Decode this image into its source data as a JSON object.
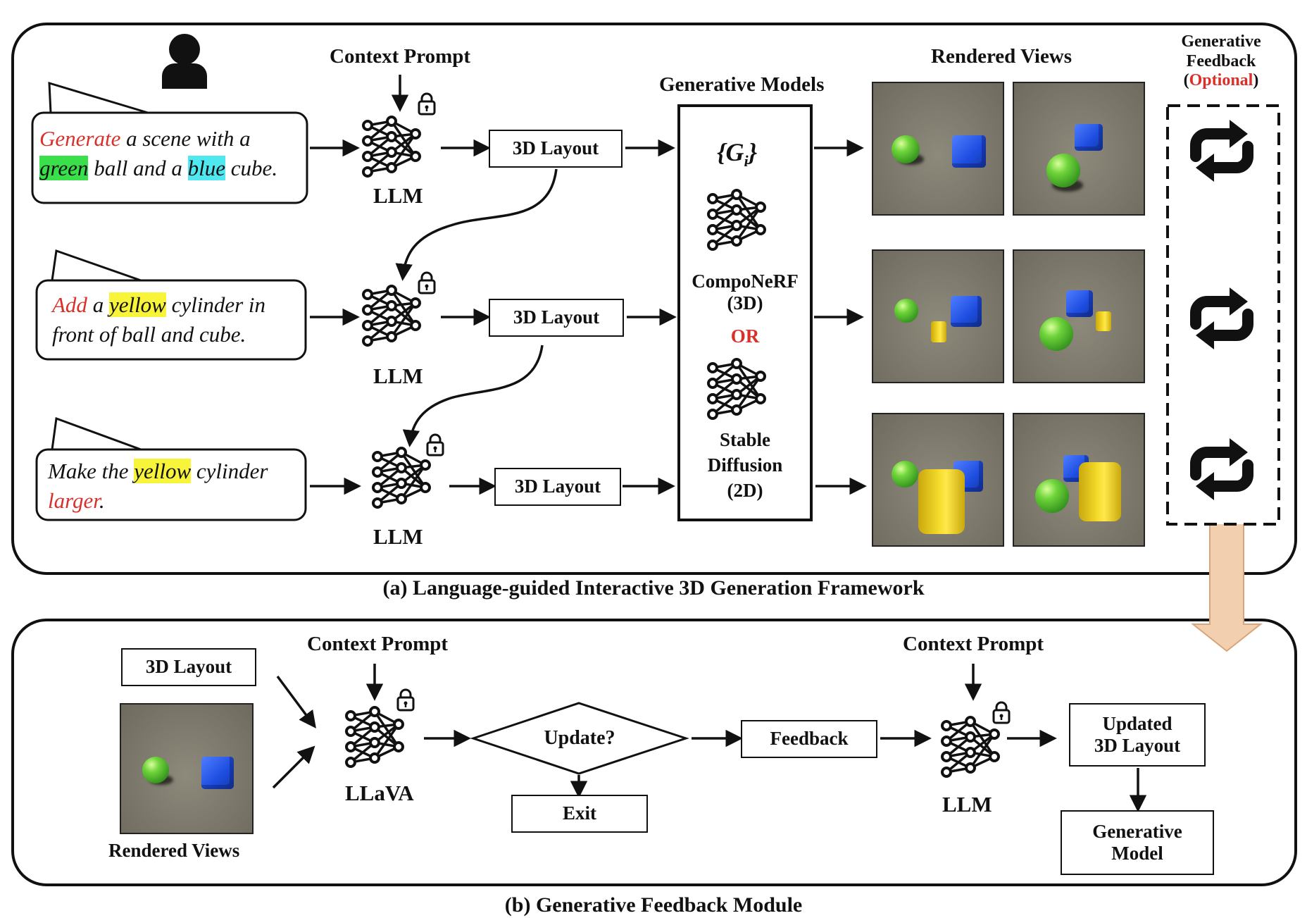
{
  "panel_a": {
    "caption": "(a) Language-guided Interactive 3D Generation Framework",
    "context_prompt": "Context Prompt",
    "generative_models_title": "Generative Models",
    "rendered_views_title": "Rendered Views",
    "feedback_title_1": "Generative",
    "feedback_title_2": "Feedback",
    "feedback_title_open": "(",
    "feedback_title_optional": "Optional",
    "feedback_title_close": ")",
    "rows": [
      {
        "llm": "LLM",
        "layout": "3D Layout",
        "prompt": {
          "p1": "Generate",
          "p2": " a scene with a",
          "p3": "green",
          "p4": " ball and a ",
          "p5": "blue",
          "p6": " cube."
        }
      },
      {
        "llm": "LLM",
        "layout": "3D Layout",
        "prompt": {
          "p1": "Add",
          "p2": " a ",
          "p3": "yellow",
          "p4": " cylinder in",
          "p5": "front of ball and cube."
        }
      },
      {
        "llm": "LLM",
        "layout": "3D Layout",
        "prompt": {
          "p1": "Make the ",
          "p2": "yellow",
          "p3": " cylinder",
          "p4": "larger",
          "p5": "."
        }
      }
    ],
    "gen_models": {
      "set_symbol": "{G",
      "set_sub": "i",
      "set_close": "}",
      "model_3d_1": "CompoNeRF",
      "model_3d_2": "(3D)",
      "or": "OR",
      "model_2d_1": "Stable",
      "model_2d_2": "Diffusion",
      "model_2d_3": "(2D)"
    }
  },
  "panel_b": {
    "caption": "(b) Generative Feedback Module",
    "layout_box": "3D Layout",
    "rendered_views": "Rendered Views",
    "context_prompt_left": "Context Prompt",
    "llava": "LLaVA",
    "decision": "Update?",
    "exit": "Exit",
    "feedback": "Feedback",
    "context_prompt_right": "Context Prompt",
    "llm": "LLM",
    "updated_layout_1": "Updated",
    "updated_layout_2": "3D Layout",
    "gen_model_1": "Generative",
    "gen_model_2": "Model"
  },
  "colors": {
    "accent_red": "#d9302a",
    "highlight_green": "#39e04a",
    "highlight_cyan": "#4fe8f0",
    "highlight_yellow": "#f7f43a",
    "transition_arrow": "#f2cfae"
  },
  "icons": [
    "user-icon",
    "lock-icon",
    "neural-network-icon",
    "loop-arrows-icon"
  ]
}
